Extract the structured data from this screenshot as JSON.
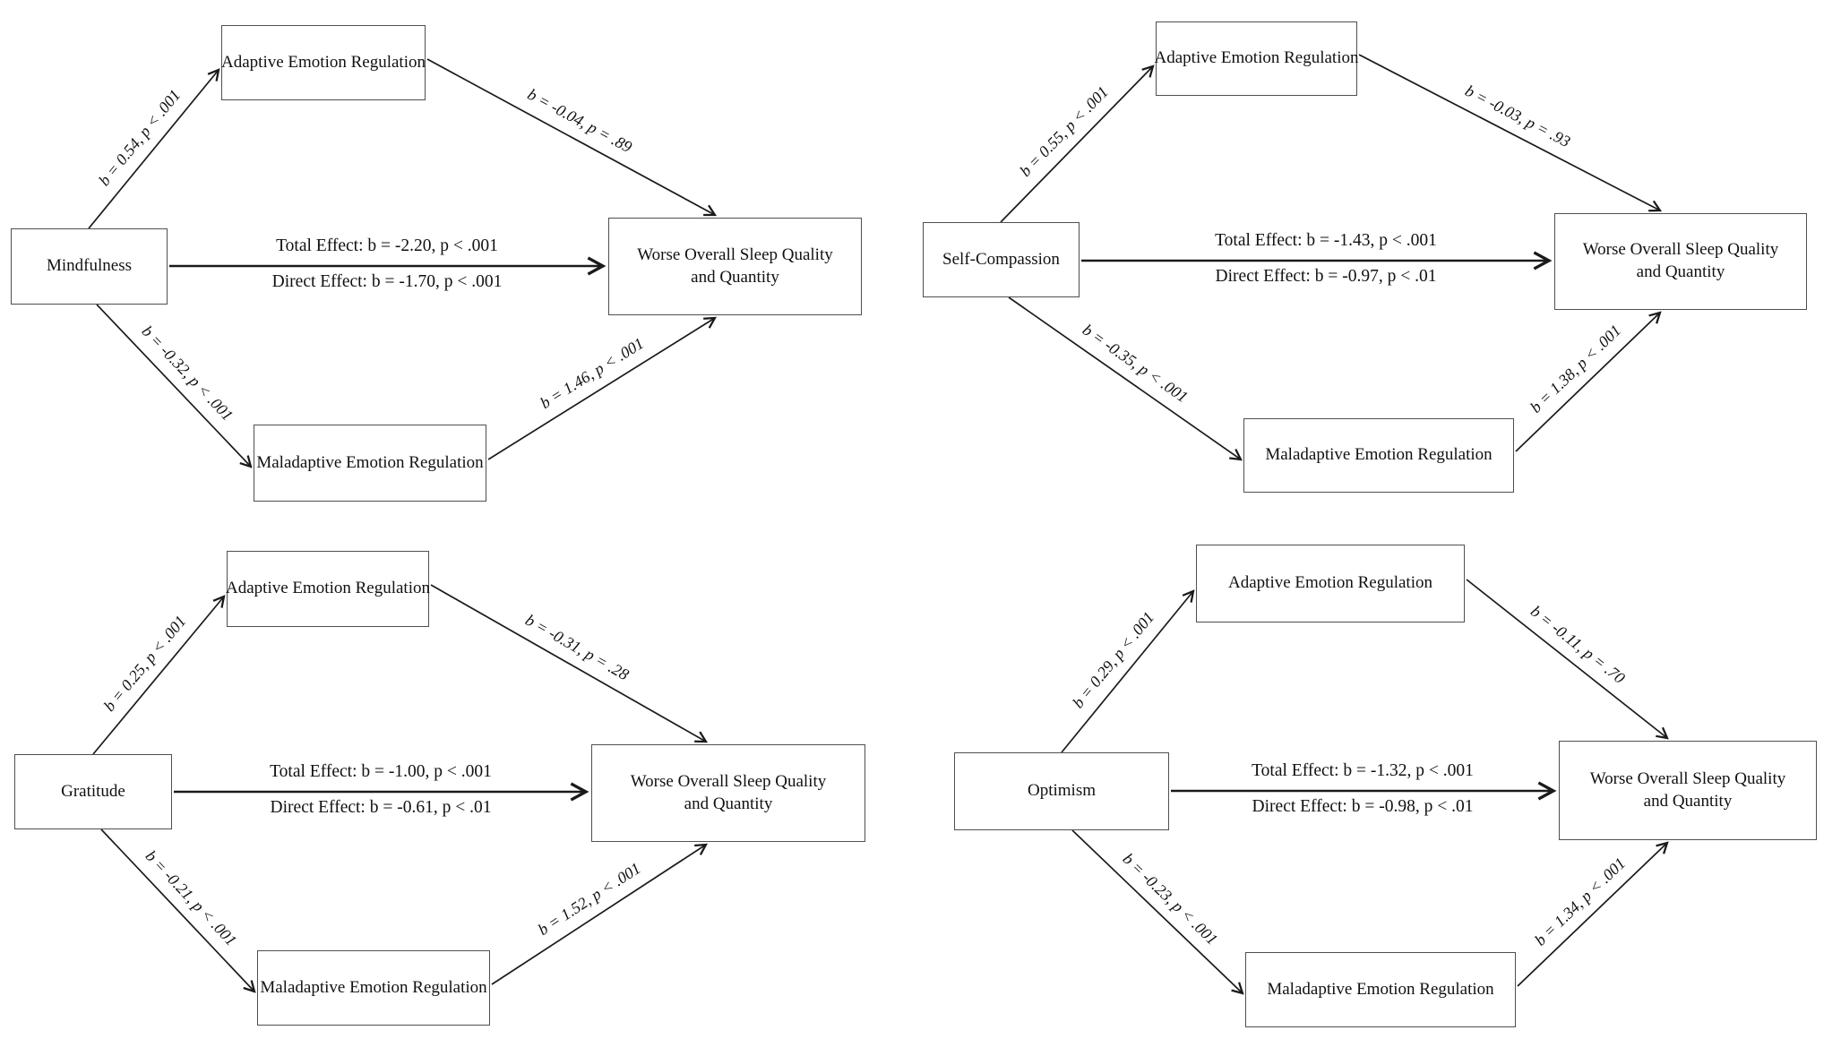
{
  "colors": {
    "background": "#ffffff",
    "box_border": "#4f4f4f",
    "arrow": "#1a1a1a",
    "text": "#111111"
  },
  "models": [
    {
      "predictor": "Mindfulness",
      "adaptive_mediator": "Adaptive Emotion Regulation",
      "maladaptive_mediator": "Maladaptive Emotion Regulation",
      "outcome_line1": "Worse Overall Sleep Quality",
      "outcome_line2": "and Quantity",
      "path_predictor_to_adaptive": "b = 0.54, p < .001",
      "path_adaptive_to_outcome": "b = -0.04, p = .89",
      "total_effect": "Total Effect: b = -2.20, p < .001",
      "direct_effect": "Direct Effect: b = -1.70, p < .001",
      "path_predictor_to_maladaptive": "b = -0.32, p < .001",
      "path_maladaptive_to_outcome": "b = 1.46, p < .001"
    },
    {
      "predictor": "Self-Compassion",
      "adaptive_mediator": "Adaptive Emotion Regulation",
      "maladaptive_mediator": "Maladaptive Emotion Regulation",
      "outcome_line1": "Worse Overall Sleep Quality",
      "outcome_line2": "and Quantity",
      "path_predictor_to_adaptive": "b = 0.55, p < .001",
      "path_adaptive_to_outcome": "b = -0.03, p = .93",
      "total_effect": "Total Effect: b = -1.43, p < .001",
      "direct_effect": "Direct Effect: b = -0.97, p < .01",
      "path_predictor_to_maladaptive": "b = -0.35, p < .001",
      "path_maladaptive_to_outcome": "b = 1.38, p < .001"
    },
    {
      "predictor": "Gratitude",
      "adaptive_mediator": "Adaptive Emotion Regulation",
      "maladaptive_mediator": "Maladaptive Emotion Regulation",
      "outcome_line1": "Worse Overall Sleep Quality",
      "outcome_line2": "and Quantity",
      "path_predictor_to_adaptive": "b = 0.25, p < .001",
      "path_adaptive_to_outcome": "b = -0.31, p = .28",
      "total_effect": "Total Effect: b = -1.00, p < .001",
      "direct_effect": "Direct Effect: b = -0.61, p < .01",
      "path_predictor_to_maladaptive": "b = -0.21, p < .001",
      "path_maladaptive_to_outcome": "b = 1.52, p < .001"
    },
    {
      "predictor": "Optimism",
      "adaptive_mediator": "Adaptive Emotion Regulation",
      "maladaptive_mediator": "Maladaptive Emotion Regulation",
      "outcome_line1": "Worse Overall Sleep Quality",
      "outcome_line2": "and Quantity",
      "path_predictor_to_adaptive": "b = 0.29, p < .001",
      "path_adaptive_to_outcome": "b = -0.11, p = .70",
      "total_effect": "Total Effect: b = -1.32, p < .001",
      "direct_effect": "Direct Effect: b = -0.98, p < .01",
      "path_predictor_to_maladaptive": "b = -0.23, p < .001",
      "path_maladaptive_to_outcome": "b = 1.34, p < .001"
    }
  ]
}
